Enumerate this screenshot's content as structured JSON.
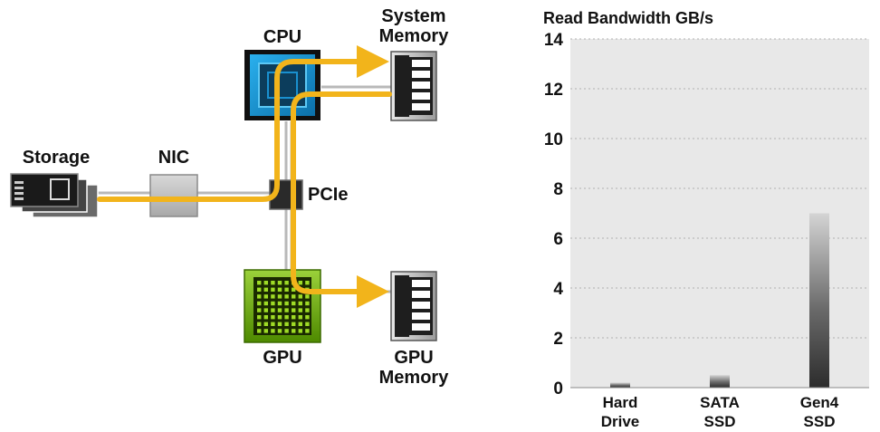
{
  "diagram": {
    "labels": {
      "storage": "Storage",
      "nic": "NIC",
      "cpu": "CPU",
      "system_memory_line1": "System",
      "system_memory_line2": "Memory",
      "pcie": "PCIe",
      "gpu": "GPU",
      "gpu_memory_line1": "GPU",
      "gpu_memory_line2": "Memory"
    },
    "colors": {
      "data_path": "#f2b41b",
      "cpu_blue": "#1ea0e0",
      "gpu_green": "#76b900",
      "chip_dark": "#1e1e1e"
    },
    "icons": [
      "storage-drive-icon",
      "nic-card-icon",
      "cpu-chip-icon",
      "pcie-switch-icon",
      "gpu-chip-icon",
      "memory-module-icon"
    ]
  },
  "chart_data": {
    "type": "bar",
    "title": "Read Bandwidth GB/s",
    "categories": [
      [
        "Hard",
        "Drive"
      ],
      [
        "SATA",
        "SSD"
      ],
      [
        "Gen4",
        "SSD"
      ]
    ],
    "values": [
      0.2,
      0.5,
      7.0
    ],
    "ylim": [
      0,
      14
    ],
    "yticks": [
      0,
      2,
      4,
      6,
      8,
      10,
      12,
      14
    ],
    "grid": true,
    "plot_background": "#e8e8e8"
  }
}
